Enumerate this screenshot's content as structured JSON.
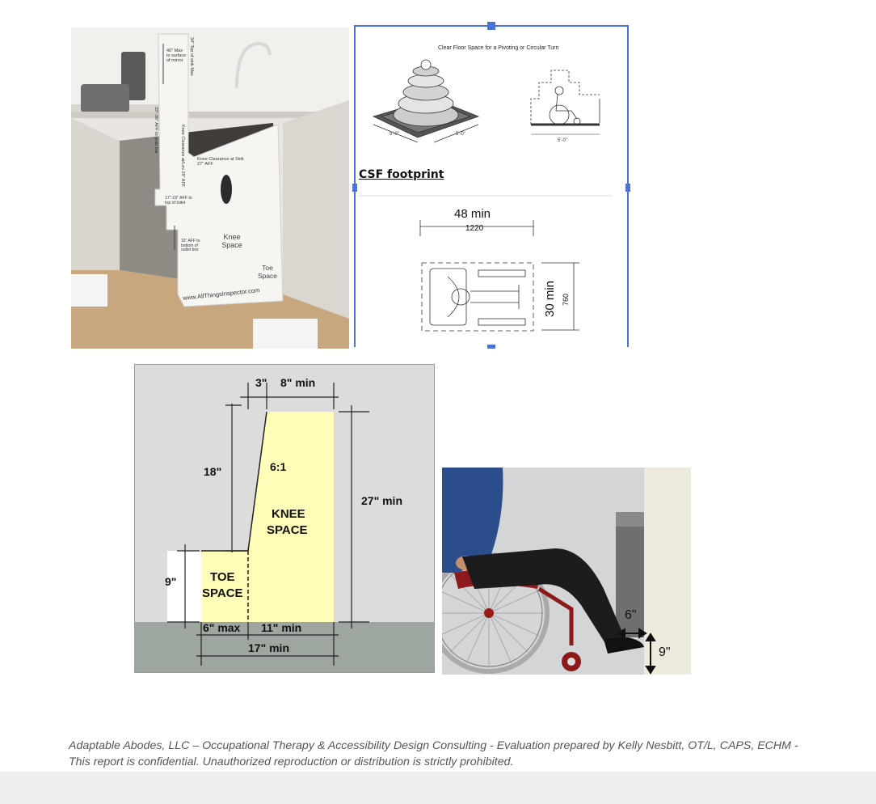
{
  "vanity_photo": {
    "labels": {
      "mirror": "40\" Max to surface of mirror",
      "top_sink": "34\" Top of sink Max",
      "grab_bar": "33\"-36\" AFF to grab bar",
      "knee_clear_29": "Knee Clearance at/Lev 29\" AFF",
      "knee_clear_sink": "Knee Clearance at Sink 27\" AFF",
      "toilet": "17\"-19\" AFF to top of toilet",
      "outlet": "15\" AFF to bottom of outlet box",
      "knee_space": "Knee Space",
      "toe_space": "Toe Space",
      "url": "www.AllThingsInspector.com"
    }
  },
  "csf": {
    "title": "Clear Floor Space for a Pivoting or Circular Turn",
    "dim_a": "5'-0\"",
    "dim_b": "5'-0\"",
    "dim_c": "5'-0\"",
    "heading": "CSF footprint",
    "width_label": "48 min",
    "width_mm": "1220",
    "depth_label": "30 min",
    "depth_mm": "760"
  },
  "knee_diagram": {
    "dim_3": "3\"",
    "dim_8": "8\" min",
    "dim_18": "18\"",
    "ratio": "6:1",
    "dim_27": "27\" min",
    "knee_line1": "KNEE",
    "knee_line2": "SPACE",
    "dim_9": "9\"",
    "toe_line1": "TOE",
    "toe_line2": "SPACE",
    "dim_6": "6\" max",
    "dim_11": "11\" min",
    "dim_17": "17\" min"
  },
  "wheelchair": {
    "dim_6": "6\"",
    "dim_9": "9\""
  },
  "footer": {
    "text": "Adaptable Abodes, LLC – Occupational Therapy & Accessibility Design Consulting - Evaluation prepared by Kelly Nesbitt, OT/L, CAPS, ECHM - This report is confidential. Unauthorized reproduction or distribution is strictly prohibited."
  }
}
